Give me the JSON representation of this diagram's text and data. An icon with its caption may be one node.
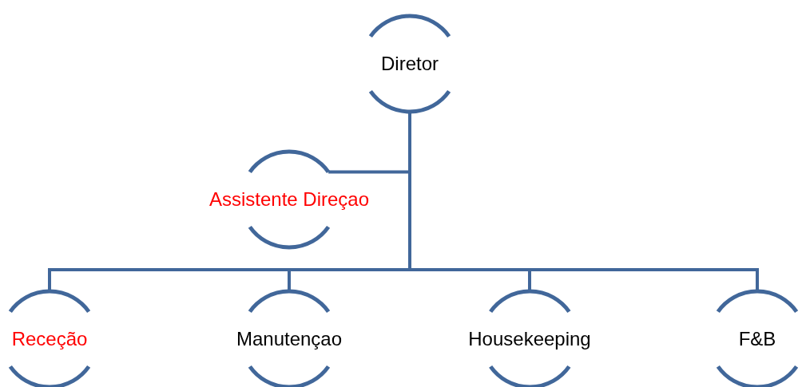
{
  "diagram": {
    "nodes": [
      {
        "text": [
          "Diretor"
        ]
      },
      {
        "text": [
          "Assistente Direçao"
        ]
      },
      {
        "text": [
          "Receção"
        ]
      },
      {
        "text": [
          "Manutençao"
        ]
      },
      {
        "text": [
          "Housekeeping"
        ]
      },
      {
        "text": [
          "F&B"
        ]
      }
    ],
    "edges": [
      {
        "from": 0,
        "to": 1,
        "arrow": "none"
      },
      {
        "from": 0,
        "to": 2,
        "arrow": "none"
      },
      {
        "from": 0,
        "to": 3,
        "arrow": "none"
      },
      {
        "from": 0,
        "to": 4,
        "arrow": "none"
      },
      {
        "from": 0,
        "to": 5,
        "arrow": "none"
      }
    ]
  }
}
